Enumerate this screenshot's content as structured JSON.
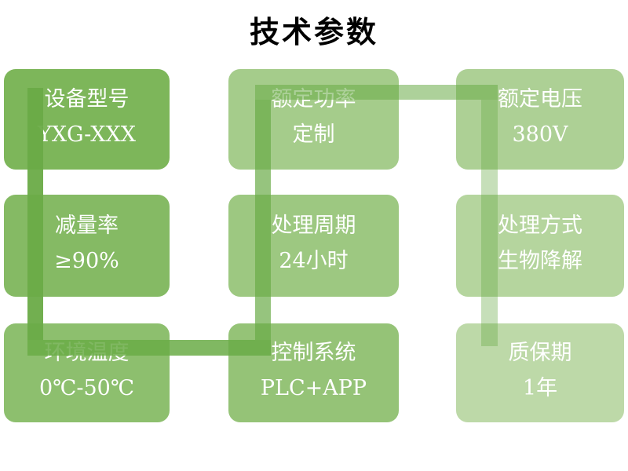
{
  "title": "技术参数",
  "boxes": [
    {
      "id": "device-model",
      "label": "设备型号",
      "value": "YXG-XXX",
      "color": "#7DB65A"
    },
    {
      "id": "reduction-rate",
      "label": "减量率",
      "value": "≥90%",
      "color": "#85BA64"
    },
    {
      "id": "ambient-temp",
      "label": "环境温度",
      "value": "0℃-50℃",
      "color": "#8DBF6E"
    },
    {
      "id": "rated-power",
      "label": "额定功率",
      "value": "定制",
      "color": "#A5CC8B"
    },
    {
      "id": "process-cycle",
      "label": "处理周期",
      "value": "24小时",
      "color": "#9DC881"
    },
    {
      "id": "control-system",
      "label": "控制系统",
      "value": "PLC+APP",
      "color": "#95C377"
    },
    {
      "id": "rated-voltage",
      "label": "额定电压",
      "value": "380V",
      "color": "#ADD095"
    },
    {
      "id": "process-method",
      "label": "处理方式",
      "value": "生物降解",
      "color": "#B5D59E"
    },
    {
      "id": "warranty-period",
      "label": "质保期",
      "value": "1年",
      "color": "#BDD9A8"
    }
  ],
  "connector": {
    "color": "#6AAB47",
    "segments": [
      {
        "name": "col1-down",
        "opacity": 0.95
      },
      {
        "name": "bottom-across",
        "opacity": 0.85
      },
      {
        "name": "col2-up",
        "opacity": 0.7
      },
      {
        "name": "top-across",
        "opacity": 0.55
      },
      {
        "name": "col3-down",
        "opacity": 0.38
      }
    ]
  }
}
